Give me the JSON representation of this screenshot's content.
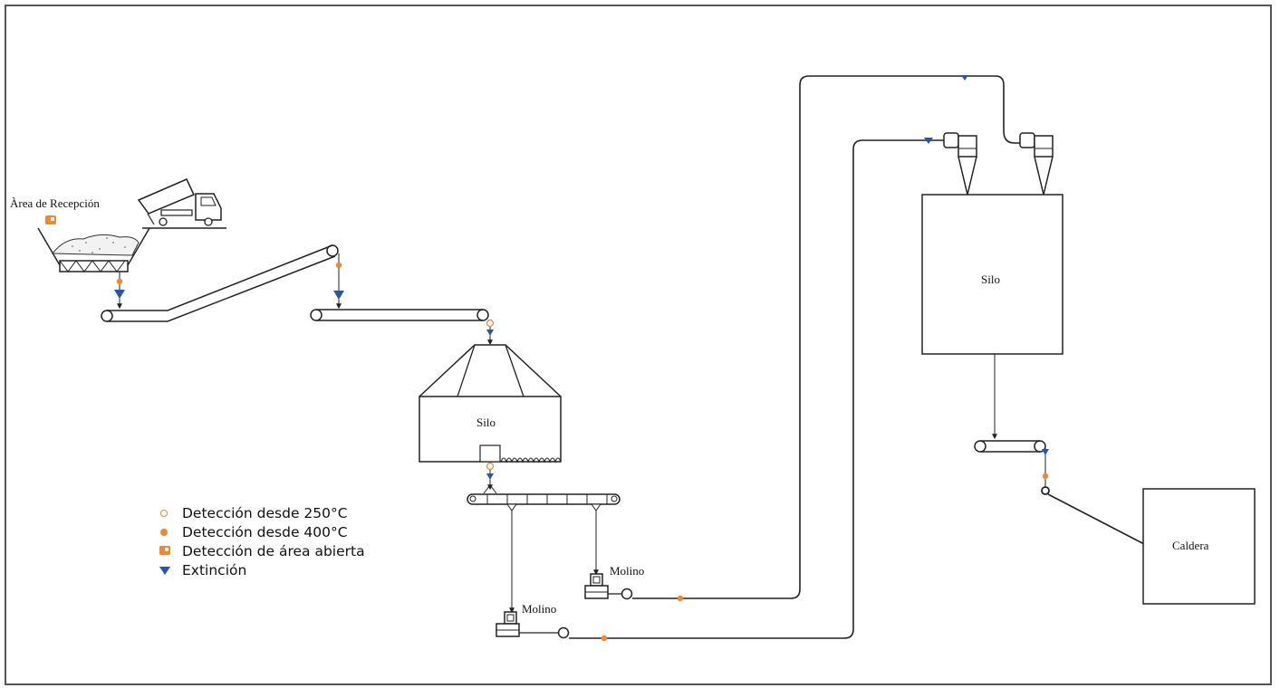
{
  "colors": {
    "detection": "#f0882f",
    "extinction": "#2855a8",
    "line": "#222222"
  },
  "labels": {
    "reception_area": "Àrea de Recepción",
    "silo_small": "Silo",
    "silo_large": "Silo",
    "mill_upper": "Molino",
    "mill_lower": "Molino",
    "boiler": "Caldera"
  },
  "legend": {
    "items": [
      {
        "symbol": "open-circle",
        "label": "Detección desde 250°C"
      },
      {
        "symbol": "filled-dot",
        "label": "Detección desde 400°C"
      },
      {
        "symbol": "open-area-icon",
        "label": "Detección de área abierta"
      },
      {
        "symbol": "triangle-down",
        "label": "Extinción"
      }
    ]
  }
}
